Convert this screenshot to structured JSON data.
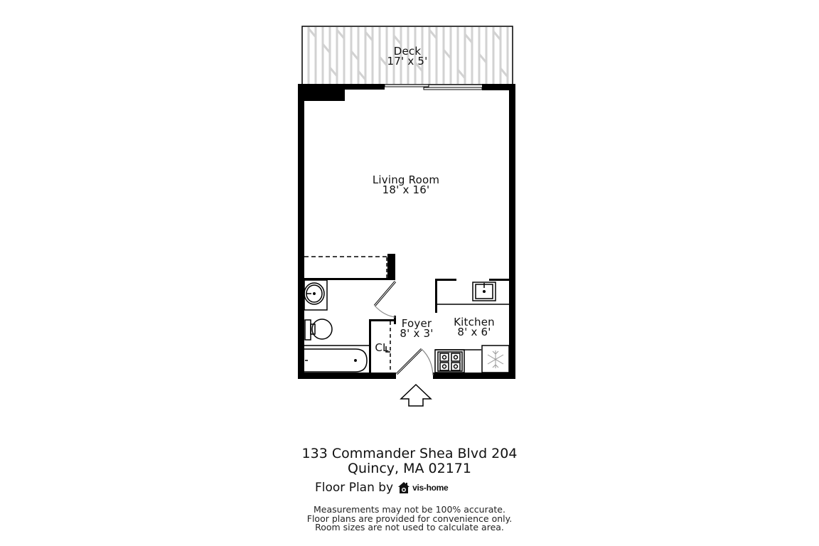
{
  "rooms": {
    "deck": {
      "name": "Deck",
      "size": "17' x 5'"
    },
    "living_room": {
      "name": "Living Room",
      "size": "18' x 16'"
    },
    "foyer": {
      "name": "Foyer",
      "size": "8' x 3'"
    },
    "kitchen": {
      "name": "Kitchen",
      "size": "8' x 6'"
    },
    "closet": {
      "name": "CL"
    }
  },
  "fixtures": [
    "sink-bathroom",
    "toilet",
    "bathtub",
    "kitchen-sink",
    "stove",
    "refrigerator",
    "entry-arrow",
    "sliding-door",
    "swing-doors"
  ],
  "footer": {
    "address_line1": "133 Commander Shea Blvd 204",
    "address_line2": "Quincy, MA 02171",
    "floor_plan_by": "Floor Plan by",
    "brand_name": "vis-home",
    "disclaimer": [
      "Measurements may not be 100% accurate.",
      "Floor plans are provided for convenience only.",
      "Room sizes are not used to calculate area."
    ]
  },
  "colors": {
    "wall": "#000000",
    "deck_boards": "#d0d0d0",
    "fixture_line": "#111111",
    "door_arc": "#8a8a8a"
  }
}
